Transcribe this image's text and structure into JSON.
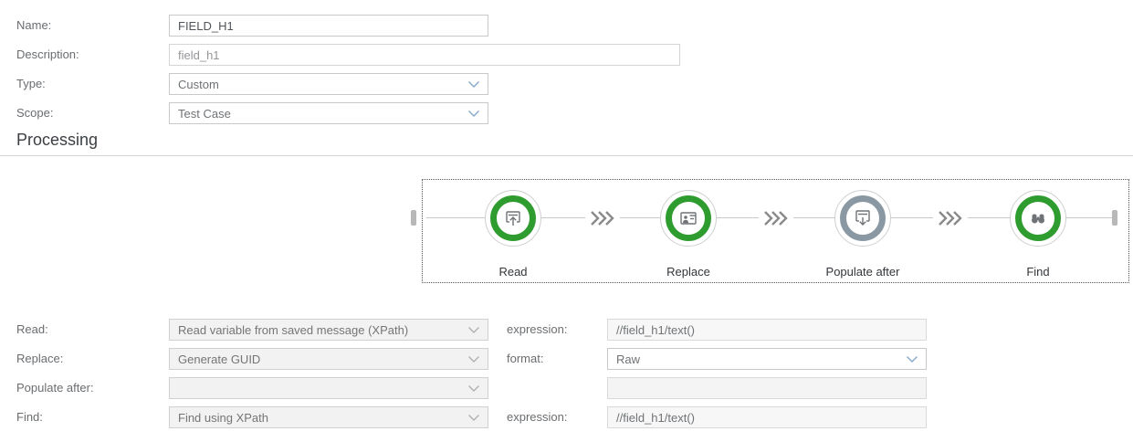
{
  "form_top": {
    "name": {
      "label": "Name:",
      "value": "FIELD_H1"
    },
    "description": {
      "label": "Description:",
      "value": "field_h1"
    },
    "type": {
      "label": "Type:",
      "value": "Custom"
    },
    "scope": {
      "label": "Scope:",
      "value": "Test Case"
    }
  },
  "section": {
    "title": "Processing"
  },
  "pipeline": {
    "steps": [
      {
        "label": "Read",
        "state": "active",
        "icon": "upload-icon"
      },
      {
        "label": "Replace",
        "state": "active",
        "icon": "contact-card-icon"
      },
      {
        "label": "Populate after",
        "state": "inactive",
        "icon": "download-icon"
      },
      {
        "label": "Find",
        "state": "active",
        "icon": "binoculars-icon"
      }
    ]
  },
  "form_bottom": {
    "read": {
      "label": "Read:",
      "value": "Read variable from saved message (XPath)",
      "label2": "expression:",
      "value2": "//field_h1/text()"
    },
    "replace": {
      "label": "Replace:",
      "value": "Generate GUID",
      "label2": "format:",
      "value2": "Raw"
    },
    "populate_after": {
      "label": "Populate after:",
      "value": "",
      "label2": "",
      "value2": ""
    },
    "find": {
      "label": "Find:",
      "value": "Find using XPath",
      "label2": "expression:",
      "value2": "//field_h1/text()"
    }
  },
  "colors": {
    "accent_green": "#2f9c2f",
    "inactive_gray": "#8a98a3",
    "label_gray": "#6a6d70",
    "line_gray": "#c9c9c9"
  }
}
